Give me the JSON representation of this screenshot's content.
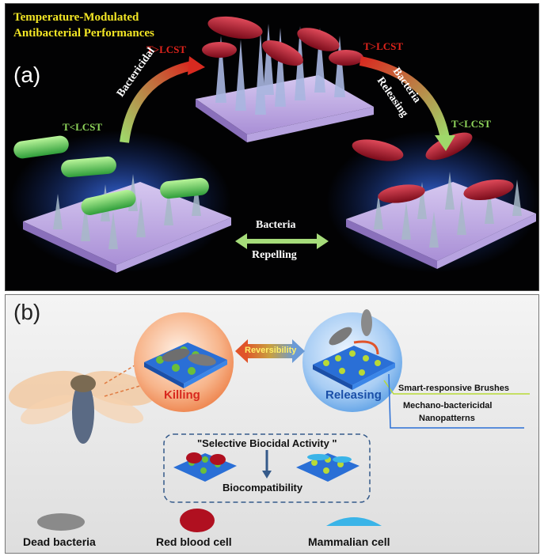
{
  "panel_a": {
    "label": "(a)",
    "title_line1": "Temperature-Modulated",
    "title_line2": "Antibacterial Performances",
    "t_gt_lcst_left": "T>LCST",
    "t_gt_lcst_right": "T>LCST",
    "t_lt_lcst_left": "T<LCST",
    "t_lt_lcst_right": "T<LCST",
    "bactericidal": "Bactericidal",
    "bacteria_releasing_1": "Bacteria",
    "bacteria_releasing_2": "Releasing",
    "bacteria_repelling_1": "Bacteria",
    "bacteria_repelling_2": "Repelling"
  },
  "panel_b": {
    "label": "(b)",
    "killing": "Killing",
    "releasing": "Releasing",
    "reversibility": "Reversibility",
    "smart_brushes": "Smart-responsive Brushes",
    "mechano_1": "Mechano-bactericidal",
    "mechano_2": "Nanopatterns",
    "selective": "\"Selective Biocidal Activity \"",
    "biocompatibility": "Biocompatibility",
    "legend_dead": "Dead bacteria",
    "legend_rbc": "Red blood cell",
    "legend_mammalian": "Mammalian cell"
  }
}
